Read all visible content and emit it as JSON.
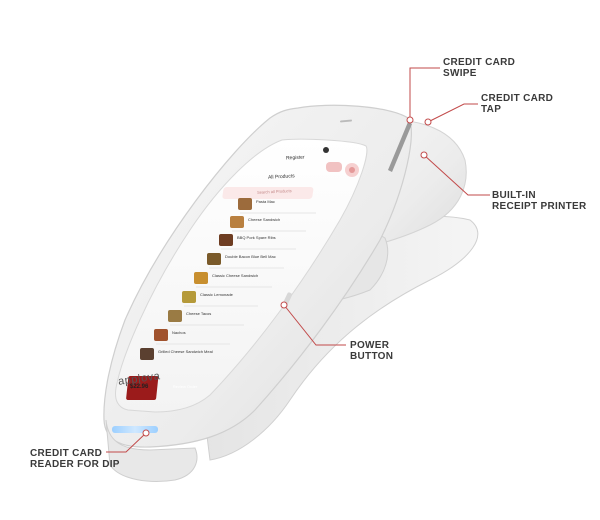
{
  "callouts": {
    "swipe": [
      "CREDIT CARD",
      "SWIPE"
    ],
    "tap": [
      "CREDIT CARD",
      "TAP"
    ],
    "printer": [
      "BUILT-IN",
      "RECEIPT PRINTER"
    ],
    "power": [
      "POWER",
      "BUTTON"
    ],
    "dip": [
      "CREDIT CARD",
      "READER FOR DIP"
    ]
  },
  "screen": {
    "nav_register": "Register",
    "nav_all_products": "All Products",
    "search_placeholder": "Search all Products",
    "items": [
      "Pasta Mac",
      "Cheese Sandwich",
      "BBQ Pork Spare Ribs",
      "Double Bacon Blue Bell Mac",
      "Classic Cheese Sandwich",
      "Classic Lemonade",
      "Cheese Tacos",
      "Nachos",
      "Grilled Cheese Sandwich Meal"
    ],
    "total": "$22.96",
    "review_order_label": "Review Order"
  },
  "branding": {
    "logo_text": "app|ova",
    "accent_color": "#9b1b1b"
  }
}
